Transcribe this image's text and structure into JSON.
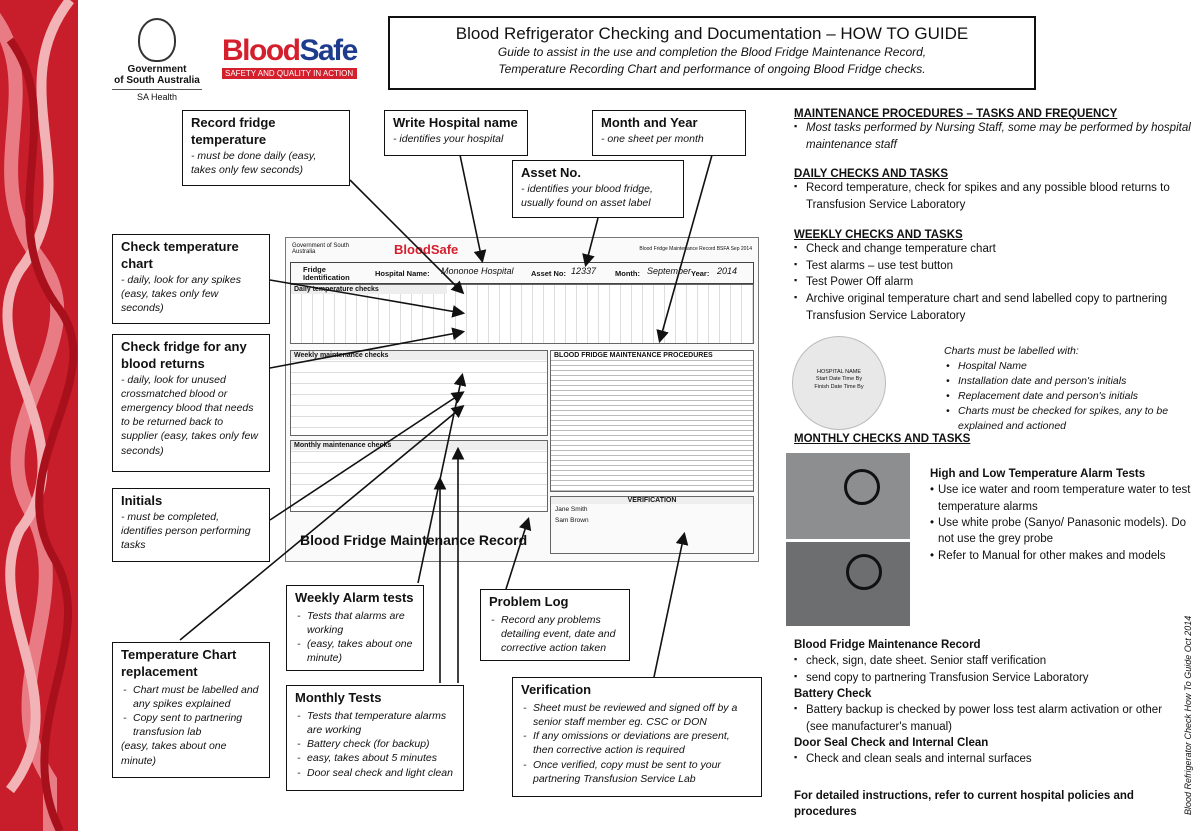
{
  "logos": {
    "gov_line1": "Government",
    "gov_line2": "of South Australia",
    "sa_health": "SA Health",
    "bloodsafe_tagline": "SAFETY AND QUALITY IN ACTION"
  },
  "title": {
    "main": "Blood Refrigerator Checking and Documentation  –  HOW TO GUIDE",
    "sub1": "Guide to assist in the use and completion the Blood Fridge Maintenance Record,",
    "sub2": "Temperature Recording Chart and performance of  ongoing Blood Fridge checks."
  },
  "callouts": {
    "record_temp": {
      "title": "Record fridge temperature",
      "desc": "- must be done daily (easy, takes only few seconds)"
    },
    "hospital_name": {
      "title": "Write Hospital name",
      "desc": "- identifies your hospital"
    },
    "month_year": {
      "title": "Month and Year",
      "desc": "- one sheet per month"
    },
    "asset_no": {
      "title": "Asset No.",
      "desc": "- identifies your blood fridge, usually found on asset label"
    },
    "check_chart": {
      "title": "Check temperature chart",
      "desc": "- daily, look for any spikes (easy, takes only few seconds)"
    },
    "check_returns": {
      "title": "Check fridge for any blood returns",
      "desc": "- daily, look for unused crossmatched blood or emergency blood that needs to be returned back to supplier (easy, takes only few seconds)"
    },
    "initials": {
      "title": "Initials",
      "desc": "- must be completed, identifies person performing tasks"
    },
    "weekly_alarm": {
      "title": "Weekly Alarm tests",
      "items": [
        "Tests that alarms are working",
        "(easy, takes about one minute)"
      ]
    },
    "problem_log": {
      "title": "Problem Log",
      "items": [
        "Record any problems detailing event, date and corrective action taken"
      ]
    },
    "temp_chart_replacement": {
      "title": "Temperature Chart replacement",
      "items": [
        "Chart must be labelled and any spikes explained",
        "Copy sent to partnering transfusion lab"
      ],
      "note": "(easy, takes about one minute)"
    },
    "monthly_tests": {
      "title": "Monthly Tests",
      "items": [
        "Tests that temperature alarms are working",
        "Battery check (for backup)",
        "easy, takes about 5 minutes",
        "Door seal check and light clean"
      ]
    },
    "verification": {
      "title": "Verification",
      "items": [
        "Sheet must be reviewed and signed off by a senior staff member eg. CSC or DON",
        "If any omissions or deviations are present, then corrective action is required",
        "Once verified, copy must be sent to your partnering Transfusion Service Lab"
      ]
    }
  },
  "form": {
    "header_gov": "Government of South Australia",
    "header_logo": "BloodSafe",
    "header_ref": "Blood Fridge Maintenance Record BSFA Sep 2014",
    "fridge_id": "Fridge Identification",
    "hospital_label": "Hospital Name:",
    "hospital_value": "Mononoe Hospital",
    "asset_label": "Asset No:",
    "asset_value": "12337",
    "month_label": "Month:",
    "month_value": "September",
    "year_label": "Year:",
    "year_value": "2014",
    "daily": "Daily temperature checks",
    "weekly": "Weekly maintenance checks",
    "monthly": "Monthly maintenance checks",
    "procedures": "BLOOD FRIDGE MAINTENANCE PROCEDURES",
    "verification": "VERIFICATION",
    "footer_title": "Blood Fridge Maintenance Record",
    "reviewer_1": "Jane Smith",
    "reviewer_2": "Sam Brown"
  },
  "right": {
    "maintenance_heading": "MAINTENANCE PROCEDURES – TASKS AND FREQUENCY",
    "maintenance_item": "Most tasks performed by Nursing Staff, some may be performed by hospital maintenance staff",
    "daily_heading": "DAILY CHECKS AND TASKS",
    "daily_item": "Record temperature, check for spikes and any possible blood returns to Transfusion Service Laboratory",
    "weekly_heading": "WEEKLY CHECKS AND TASKS",
    "weekly_items": [
      "Check and change temperature chart",
      "Test alarms – use test button",
      "Test Power Off alarm",
      "Archive original  temperature chart and send labelled copy to partnering Transfusion Service Laboratory"
    ],
    "chart_disc_lines": [
      "HOSPITAL NAME",
      "Start Date Time By",
      "Finish Date Time By"
    ],
    "charts_label_intro": "Charts must be labelled with:",
    "charts_label_items": [
      "Hospital Name",
      "Installation date and person's initials",
      "Replacement date and person's initials",
      "Charts must be checked for spikes, any to be explained and actioned"
    ],
    "monthly_heading": "MONTHLY CHECKS AND TASKS",
    "alarm_heading": "High and Low Temperature Alarm Tests",
    "alarm_items": [
      "Use ice water and room temperature water to test temperature alarms",
      "Use white probe (Sanyo/ Panasonic models). Do not use the grey probe",
      "Refer to Manual for other makes and models"
    ],
    "record_heading": "Blood Fridge Maintenance Record",
    "record_items": [
      "check, sign, date sheet. Senior staff verification",
      "send copy to partnering Transfusion Service Laboratory"
    ],
    "battery_heading": "Battery Check",
    "battery_item": "Battery backup is checked by power loss test alarm activation or other (see manufacturer's manual)",
    "door_heading": "Door Seal Check and Internal Clean",
    "door_item": "Check and clean seals and internal surfaces",
    "footer": "For detailed instructions, refer to current  hospital  policies and procedures"
  },
  "vertical_note": "Blood Refrigerator Check How To Guide  Oct 2014"
}
